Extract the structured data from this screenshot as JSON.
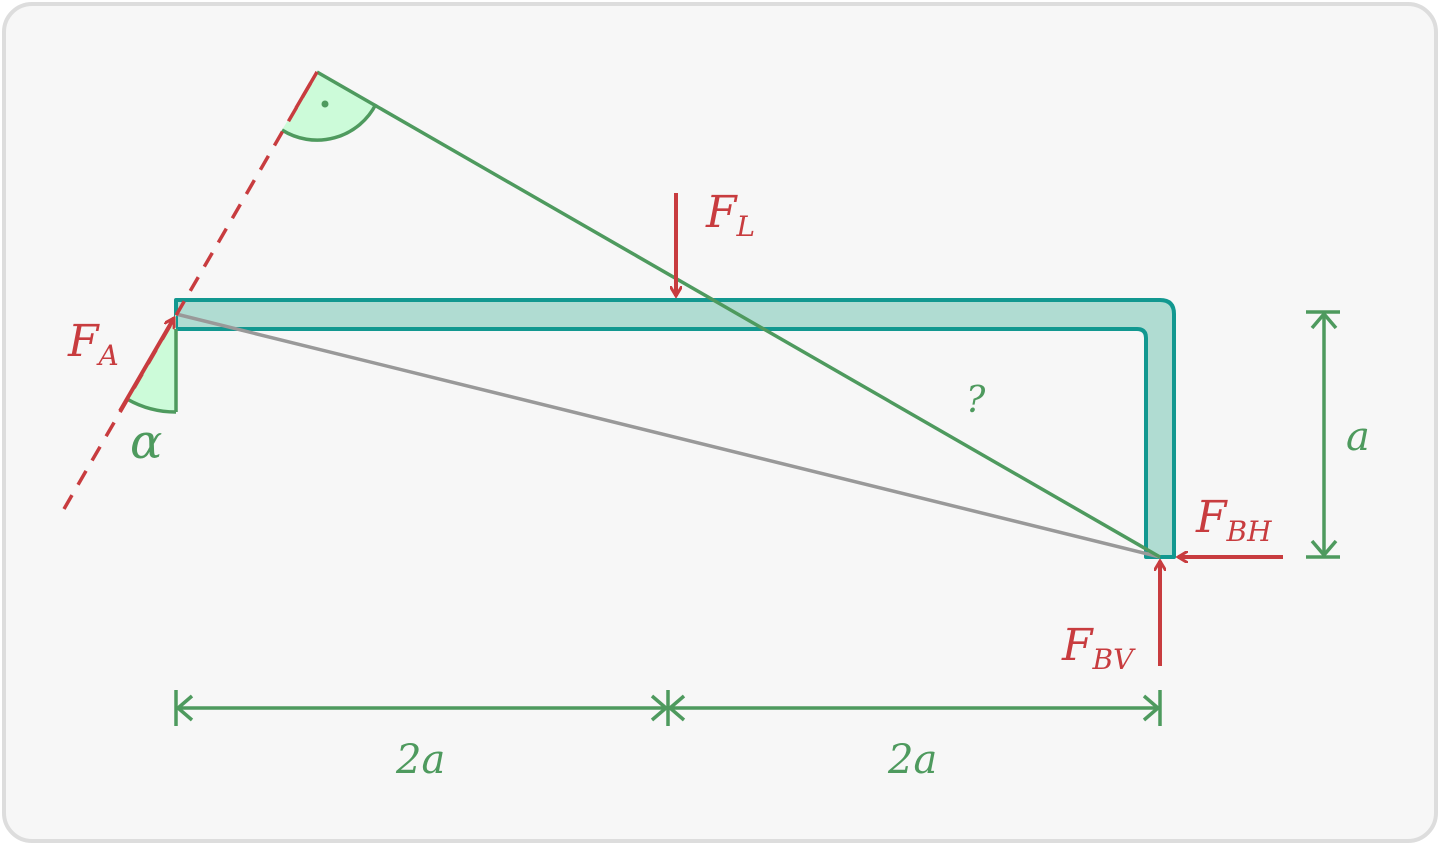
{
  "colors": {
    "force": "#c83c3f",
    "dimension": "#4e9a5e",
    "beam_fill": "#b0dcd2",
    "beam_stroke": "#129890",
    "angle_fill": "#ccfbd9",
    "helper_line": "#999999",
    "background": "#f7f7f7",
    "frame": "#dddddd"
  },
  "labels": {
    "F_A": {
      "main": "F",
      "sub": "A"
    },
    "F_L": {
      "main": "F",
      "sub": "L"
    },
    "F_BH": {
      "main": "F",
      "sub": "BH"
    },
    "F_BV": {
      "main": "F",
      "sub": "BV"
    },
    "alpha": "α",
    "question": "?",
    "dim_left": "2a",
    "dim_right": "2a",
    "dim_height": "a"
  },
  "icons": {
    "right_angle_marker": "dot-in-arc",
    "angle_marker": "arc-sector"
  }
}
